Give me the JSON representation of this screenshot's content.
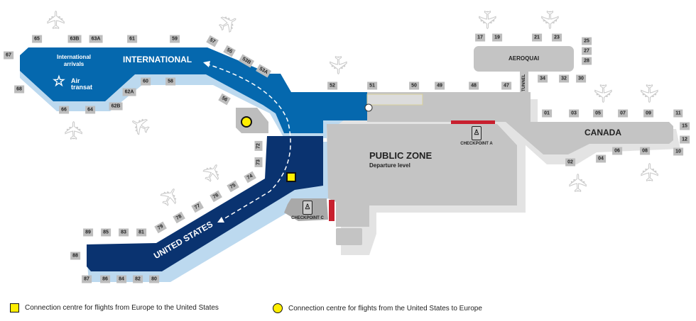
{
  "zones": {
    "international": "INTERNATIONAL",
    "international_arrivals": "International arrivals",
    "airline_logo": "Air transat",
    "united_states": "UNITED STATES",
    "public_zone": "PUBLIC ZONE",
    "public_zone_sub": "Departure level",
    "aeroquai": "AEROQUAI",
    "canada": "CANADA",
    "tunnel": "TUNNEL",
    "checkpoint_a": "CHECKPOINT A",
    "checkpoint_c": "CHECKPOINT C"
  },
  "gates": [
    "65",
    "63B",
    "63A",
    "61",
    "59",
    "57",
    "55",
    "53B",
    "53A",
    "67",
    "68",
    "60",
    "58",
    "62A",
    "62B",
    "66",
    "64",
    "56",
    "52",
    "51",
    "50",
    "49",
    "48",
    "47",
    "17",
    "19",
    "21",
    "23",
    "25",
    "27",
    "28",
    "34",
    "32",
    "30",
    "01",
    "03",
    "05",
    "07",
    "09",
    "11",
    "15",
    "12",
    "10",
    "06",
    "08",
    "04",
    "02",
    "72",
    "73",
    "74",
    "75",
    "76",
    "77",
    "78",
    "79",
    "81",
    "83",
    "85",
    "89",
    "88",
    "87",
    "86",
    "84",
    "82",
    "80"
  ],
  "legend": {
    "square": "Connection centre for flights from Europe to the United States",
    "circle": "Connection centre for flights from the United States to Europe"
  },
  "colors": {
    "international": "#0568ae",
    "us": "#0a3370",
    "shadow": "#bcd9ef",
    "grey": "#c4c4c4",
    "checkpoint": "#c8202f",
    "marker": "#ffee00"
  }
}
